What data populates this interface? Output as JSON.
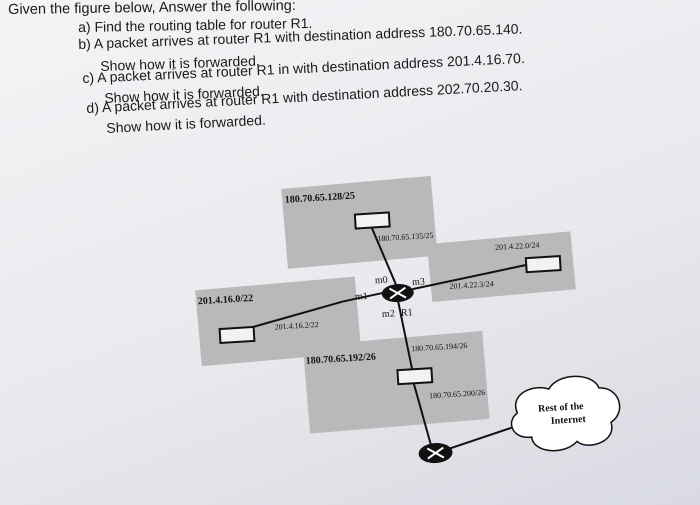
{
  "title": "Given the figure below, Answer the following:",
  "questions": {
    "a": {
      "marker": "a)",
      "text": "Find the routing table for router R1."
    },
    "b": {
      "marker": "b)",
      "text": "A packet arrives at router R1 with destination address 180.70.65.140.",
      "sub": "Show how it is forwarded."
    },
    "c": {
      "marker": "c)",
      "text": "A packet arrives at router R1 in with destination address 201.4.16.70.",
      "sub": "Show how it is forwarded."
    },
    "d": {
      "marker": "d)",
      "text": "A packet arrives at router R1 with destination address 202.70.20.30.",
      "sub": "Show how it is forwarded."
    }
  },
  "diagram": {
    "networks": {
      "top": "180.70.65.128/25",
      "top_host": "180.70.65.135/25",
      "left": "201.4.16.0/22",
      "left_host": "201.4.16.2/22",
      "right": "201.4.22.0/24",
      "right_host": "201.4.22.3/24",
      "bottom": "180.70.65.192/26",
      "bottom_host_top": "180.70.65.194/26",
      "bottom_host_low": "180.70.65.200/26"
    },
    "interfaces": {
      "m0": "m0",
      "m1": "m1",
      "m2": "m2",
      "m3": "m3"
    },
    "router": "R1",
    "internet": {
      "line1": "Rest of the",
      "line2": "Internet"
    }
  }
}
